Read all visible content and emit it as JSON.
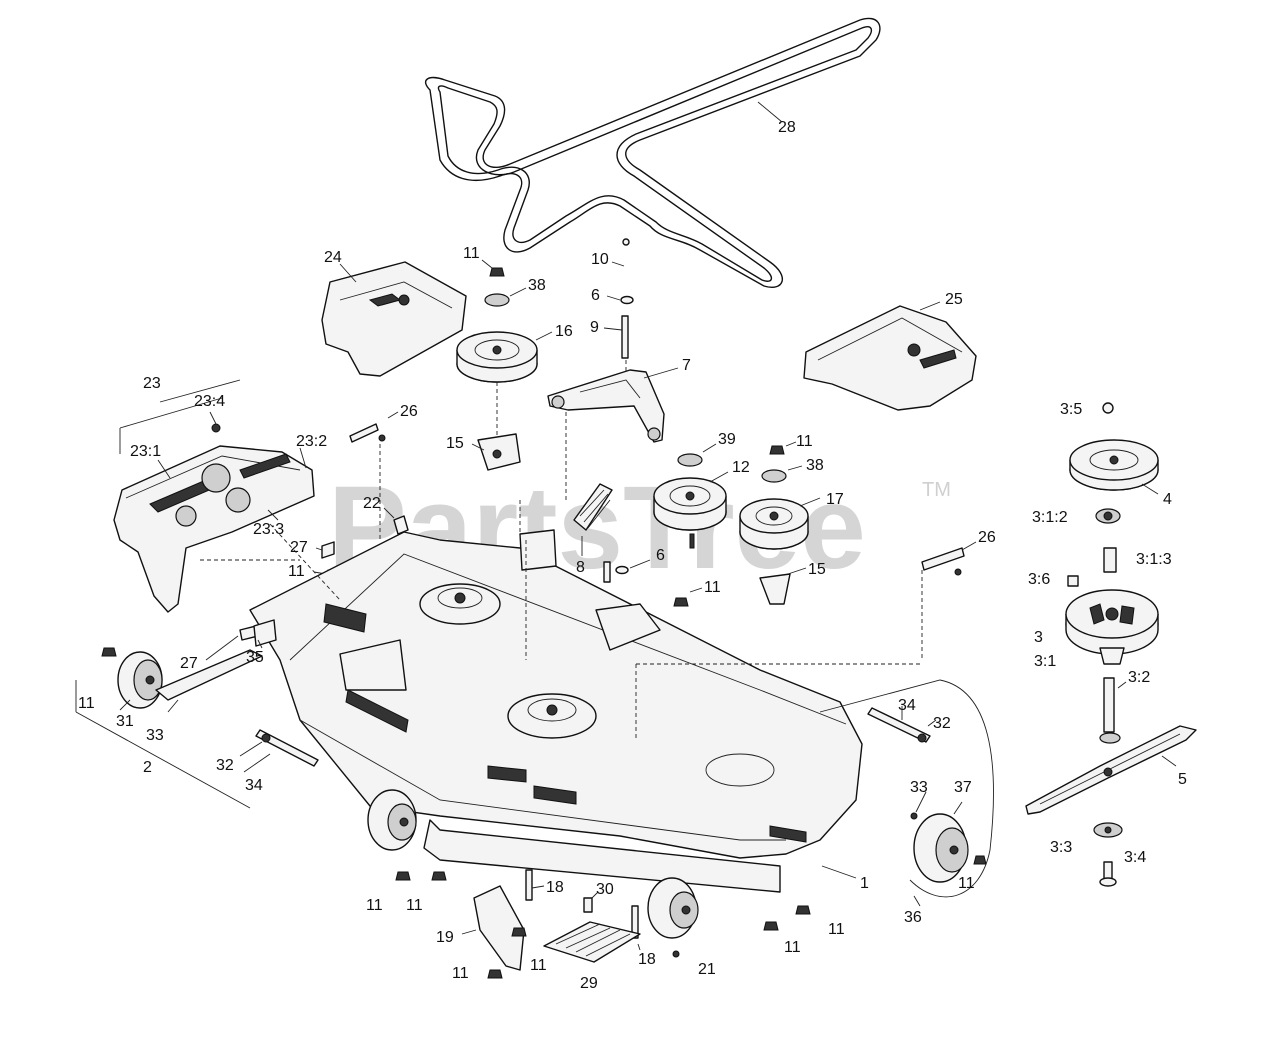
{
  "watermark": {
    "text": "PartsTree",
    "tm": "TM"
  },
  "callouts": [
    {
      "id": "c28",
      "label": "28"
    },
    {
      "id": "c10",
      "label": "10"
    },
    {
      "id": "c6a",
      "label": "6"
    },
    {
      "id": "c9",
      "label": "9"
    },
    {
      "id": "c7",
      "label": "7"
    },
    {
      "id": "c11a",
      "label": "11"
    },
    {
      "id": "c38a",
      "label": "38"
    },
    {
      "id": "c16",
      "label": "16"
    },
    {
      "id": "c24",
      "label": "24"
    },
    {
      "id": "c25",
      "label": "25"
    },
    {
      "id": "c23",
      "label": "23"
    },
    {
      "id": "c23_4",
      "label": "23:4"
    },
    {
      "id": "c23_1",
      "label": "23:1"
    },
    {
      "id": "c23_2",
      "label": "23:2"
    },
    {
      "id": "c23_3",
      "label": "23:3"
    },
    {
      "id": "c26a",
      "label": "26"
    },
    {
      "id": "c15a",
      "label": "15"
    },
    {
      "id": "c22",
      "label": "22"
    },
    {
      "id": "c27a",
      "label": "27"
    },
    {
      "id": "c11b",
      "label": "11"
    },
    {
      "id": "c39",
      "label": "39"
    },
    {
      "id": "c11c",
      "label": "11"
    },
    {
      "id": "c12",
      "label": "12"
    },
    {
      "id": "c38b",
      "label": "38"
    },
    {
      "id": "c17",
      "label": "17"
    },
    {
      "id": "c8",
      "label": "8"
    },
    {
      "id": "c6b",
      "label": "6"
    },
    {
      "id": "c11d",
      "label": "11"
    },
    {
      "id": "c15b",
      "label": "15"
    },
    {
      "id": "c26b",
      "label": "26"
    },
    {
      "id": "c3_5",
      "label": "3:5"
    },
    {
      "id": "c4",
      "label": "4"
    },
    {
      "id": "c3_1_2",
      "label": "3:1:2"
    },
    {
      "id": "c3_1_3",
      "label": "3:1:3"
    },
    {
      "id": "c3_6",
      "label": "3:6"
    },
    {
      "id": "c3",
      "label": "3"
    },
    {
      "id": "c3_1",
      "label": "3:1"
    },
    {
      "id": "c3_2",
      "label": "3:2"
    },
    {
      "id": "c5",
      "label": "5"
    },
    {
      "id": "c3_3",
      "label": "3:3"
    },
    {
      "id": "c3_4",
      "label": "3:4"
    },
    {
      "id": "c27b",
      "label": "27"
    },
    {
      "id": "c35",
      "label": "35"
    },
    {
      "id": "c11e",
      "label": "11"
    },
    {
      "id": "c31",
      "label": "31"
    },
    {
      "id": "c33a",
      "label": "33"
    },
    {
      "id": "c32a",
      "label": "32"
    },
    {
      "id": "c34a",
      "label": "34"
    },
    {
      "id": "c2",
      "label": "2"
    },
    {
      "id": "c34b",
      "label": "34"
    },
    {
      "id": "c32b",
      "label": "32"
    },
    {
      "id": "c33b",
      "label": "33"
    },
    {
      "id": "c37",
      "label": "37"
    },
    {
      "id": "c11f",
      "label": "11"
    },
    {
      "id": "c36",
      "label": "36"
    },
    {
      "id": "c1",
      "label": "1"
    },
    {
      "id": "c11g",
      "label": "11"
    },
    {
      "id": "c11h",
      "label": "11"
    },
    {
      "id": "c11i",
      "label": "11"
    },
    {
      "id": "c11j",
      "label": "11"
    },
    {
      "id": "c18a",
      "label": "18"
    },
    {
      "id": "c30",
      "label": "30"
    },
    {
      "id": "c19",
      "label": "19"
    },
    {
      "id": "c11k",
      "label": "11"
    },
    {
      "id": "c11l",
      "label": "11"
    },
    {
      "id": "c29",
      "label": "29"
    },
    {
      "id": "c18b",
      "label": "18"
    },
    {
      "id": "c21",
      "label": "21"
    },
    {
      "id": "c11m",
      "label": "11"
    }
  ]
}
